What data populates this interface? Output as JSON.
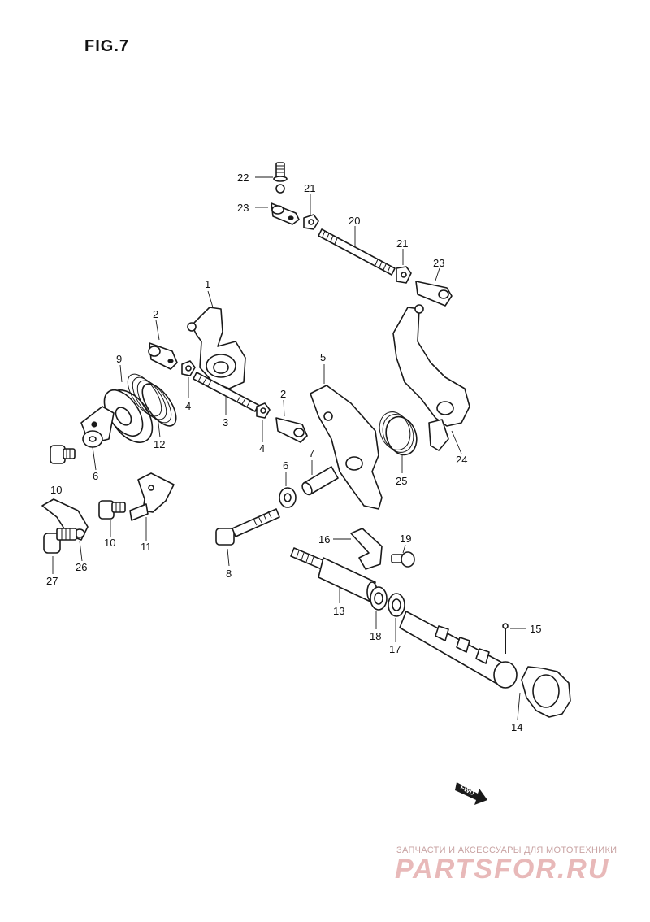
{
  "figure": {
    "title": "FIG.7"
  },
  "parts": [
    {
      "ref": "22"
    },
    {
      "ref": "23"
    },
    {
      "ref": "21"
    },
    {
      "ref": "20"
    },
    {
      "ref": "21"
    },
    {
      "ref": "23"
    },
    {
      "ref": "1"
    },
    {
      "ref": "2"
    },
    {
      "ref": "9"
    },
    {
      "ref": "4"
    },
    {
      "ref": "3"
    },
    {
      "ref": "12"
    },
    {
      "ref": "6"
    },
    {
      "ref": "10"
    },
    {
      "ref": "2"
    },
    {
      "ref": "4"
    },
    {
      "ref": "5"
    },
    {
      "ref": "24"
    },
    {
      "ref": "25"
    },
    {
      "ref": "7"
    },
    {
      "ref": "6"
    },
    {
      "ref": "10"
    },
    {
      "ref": "11"
    },
    {
      "ref": "26"
    },
    {
      "ref": "27"
    },
    {
      "ref": "8"
    },
    {
      "ref": "16"
    },
    {
      "ref": "19"
    },
    {
      "ref": "13"
    },
    {
      "ref": "18"
    },
    {
      "ref": "17"
    },
    {
      "ref": "15"
    },
    {
      "ref": "14"
    }
  ],
  "direction_marker": {
    "label": "FWD"
  },
  "watermark": {
    "caption": "ЗАПЧАСТИ И АКСЕССУАРЫ ДЛЯ МОТОТЕХНИКИ",
    "brand": "PARTSFOR.RU"
  }
}
